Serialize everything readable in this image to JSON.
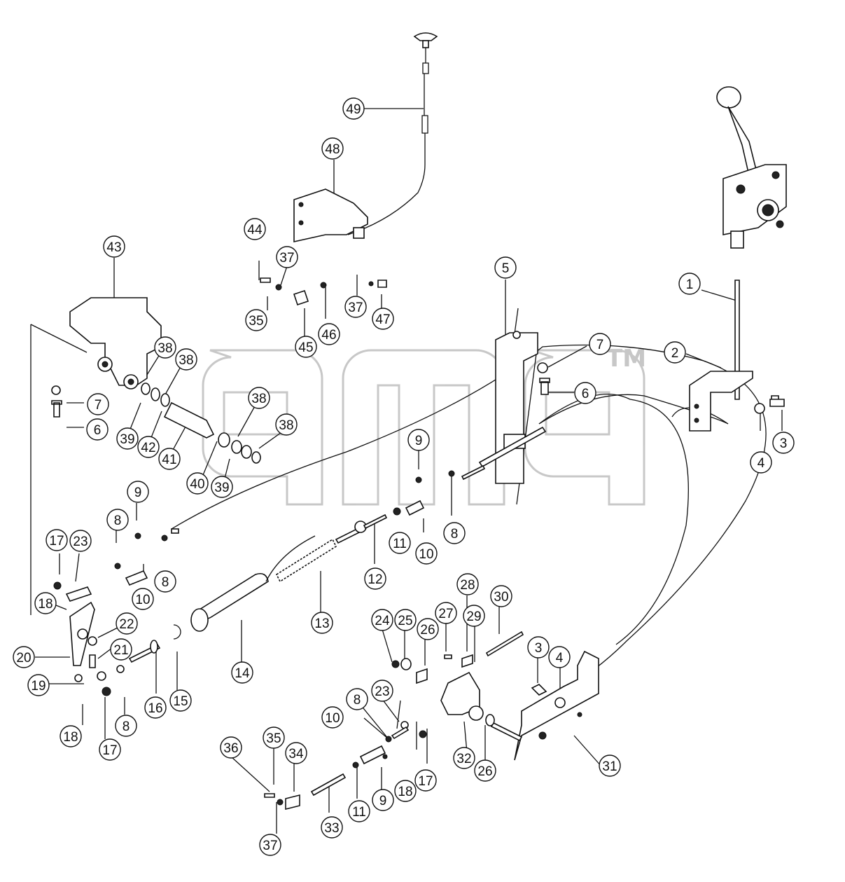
{
  "watermark": {
    "text": "ama",
    "trademark": "TM"
  },
  "callouts": [
    {
      "id": "c49",
      "label": "49"
    },
    {
      "id": "c48",
      "label": "48"
    },
    {
      "id": "c44",
      "label": "44"
    },
    {
      "id": "c37a",
      "label": "37"
    },
    {
      "id": "c35a",
      "label": "35"
    },
    {
      "id": "c45",
      "label": "45"
    },
    {
      "id": "c46",
      "label": "46"
    },
    {
      "id": "c37b",
      "label": "37"
    },
    {
      "id": "c47",
      "label": "47"
    },
    {
      "id": "c43",
      "label": "43"
    },
    {
      "id": "c5",
      "label": "5"
    },
    {
      "id": "c1",
      "label": "1"
    },
    {
      "id": "c2",
      "label": "2"
    },
    {
      "id": "c7a",
      "label": "7"
    },
    {
      "id": "c6a",
      "label": "6"
    },
    {
      "id": "c3a",
      "label": "3"
    },
    {
      "id": "c4a",
      "label": "4"
    },
    {
      "id": "c38a",
      "label": "38"
    },
    {
      "id": "c38b",
      "label": "38"
    },
    {
      "id": "c38c",
      "label": "38"
    },
    {
      "id": "c38d",
      "label": "38"
    },
    {
      "id": "c7b",
      "label": "7"
    },
    {
      "id": "c6b",
      "label": "6"
    },
    {
      "id": "c39a",
      "label": "39"
    },
    {
      "id": "c42",
      "label": "42"
    },
    {
      "id": "c41",
      "label": "41"
    },
    {
      "id": "c40",
      "label": "40"
    },
    {
      "id": "c39b",
      "label": "39"
    },
    {
      "id": "c9a",
      "label": "9"
    },
    {
      "id": "c8a",
      "label": "8"
    },
    {
      "id": "c9b",
      "label": "9"
    },
    {
      "id": "c8b",
      "label": "8"
    },
    {
      "id": "c17a",
      "label": "17"
    },
    {
      "id": "c23a",
      "label": "23"
    },
    {
      "id": "c8c",
      "label": "8"
    },
    {
      "id": "c10a",
      "label": "10"
    },
    {
      "id": "c11a",
      "label": "11"
    },
    {
      "id": "c12",
      "label": "12"
    },
    {
      "id": "c10b",
      "label": "10"
    },
    {
      "id": "c18a",
      "label": "18"
    },
    {
      "id": "c13",
      "label": "13"
    },
    {
      "id": "c22",
      "label": "22"
    },
    {
      "id": "c21",
      "label": "21"
    },
    {
      "id": "c20",
      "label": "20"
    },
    {
      "id": "c19",
      "label": "19"
    },
    {
      "id": "c18b",
      "label": "18"
    },
    {
      "id": "c17b",
      "label": "17"
    },
    {
      "id": "c8d",
      "label": "8"
    },
    {
      "id": "c16",
      "label": "16"
    },
    {
      "id": "c15",
      "label": "15"
    },
    {
      "id": "c14",
      "label": "14"
    },
    {
      "id": "c28",
      "label": "28"
    },
    {
      "id": "c30",
      "label": "30"
    },
    {
      "id": "c24",
      "label": "24"
    },
    {
      "id": "c25",
      "label": "25"
    },
    {
      "id": "c26a",
      "label": "26"
    },
    {
      "id": "c27",
      "label": "27"
    },
    {
      "id": "c29",
      "label": "29"
    },
    {
      "id": "c3b",
      "label": "3"
    },
    {
      "id": "c4b",
      "label": "4"
    },
    {
      "id": "c8e",
      "label": "8"
    },
    {
      "id": "c23b",
      "label": "23"
    },
    {
      "id": "c10c",
      "label": "10"
    },
    {
      "id": "c35b",
      "label": "35"
    },
    {
      "id": "c36",
      "label": "36"
    },
    {
      "id": "c34",
      "label": "34"
    },
    {
      "id": "c11b",
      "label": "11"
    },
    {
      "id": "c9c",
      "label": "9"
    },
    {
      "id": "c18c",
      "label": "18"
    },
    {
      "id": "c17c",
      "label": "17"
    },
    {
      "id": "c33",
      "label": "33"
    },
    {
      "id": "c37c",
      "label": "37"
    },
    {
      "id": "c32",
      "label": "32"
    },
    {
      "id": "c26b",
      "label": "26"
    },
    {
      "id": "c31",
      "label": "31"
    }
  ],
  "colors": {
    "line": "#111111",
    "watermark": "#c8c8c8",
    "background": "#ffffff"
  }
}
